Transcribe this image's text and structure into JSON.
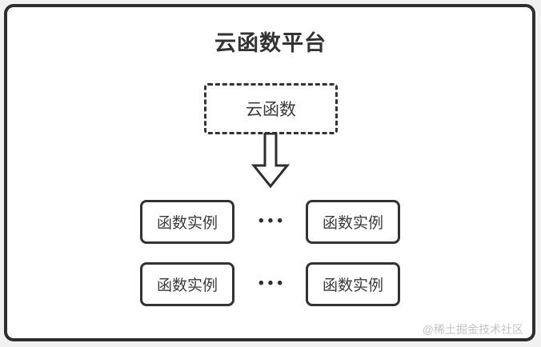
{
  "diagram": {
    "title": "云函数平台",
    "root_node": {
      "label": "云函数"
    },
    "instance_nodes": [
      {
        "label": "函数实例"
      },
      {
        "label": "函数实例"
      },
      {
        "label": "函数实例"
      },
      {
        "label": "函数实例"
      }
    ],
    "ellipsis": "•••",
    "watermark": "@稀土掘金技术社区",
    "colors": {
      "frame_border": "#2e2e2e",
      "node_border": "#333333",
      "text": "#3a3a3a",
      "background_outer": "#f1f1f1",
      "background_inner": "#ffffff",
      "watermark": "#c3c3c3"
    }
  }
}
